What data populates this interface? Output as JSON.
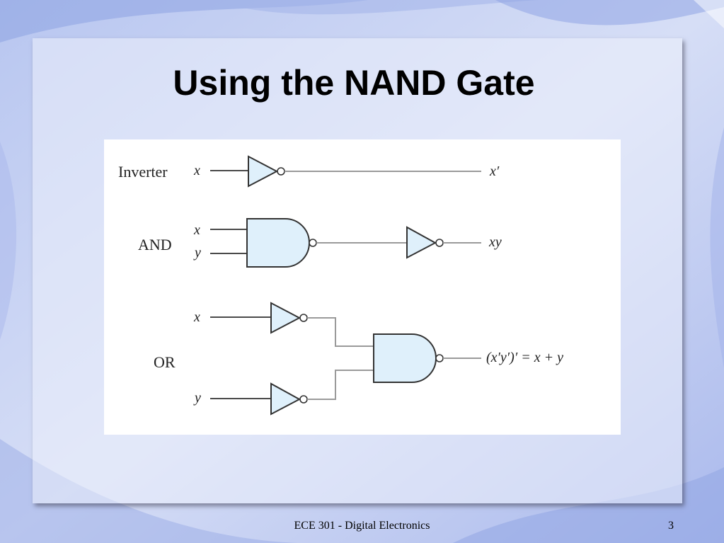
{
  "slide": {
    "title": "Using the NAND Gate",
    "footer": "ECE 301 - Digital Electronics",
    "page_number": "3"
  },
  "diagram": {
    "inverter": {
      "label": "Inverter",
      "input": "x",
      "output": "x′"
    },
    "and": {
      "label": "AND",
      "input_x": "x",
      "input_y": "y",
      "output": "xy"
    },
    "or": {
      "label": "OR",
      "input_x": "x",
      "input_y": "y",
      "output": "(x′y′)′ = x + y"
    }
  },
  "colors": {
    "gate_fill": "#dff0fb",
    "background": "#c9d3f2",
    "figure_background": "#ffffff"
  }
}
